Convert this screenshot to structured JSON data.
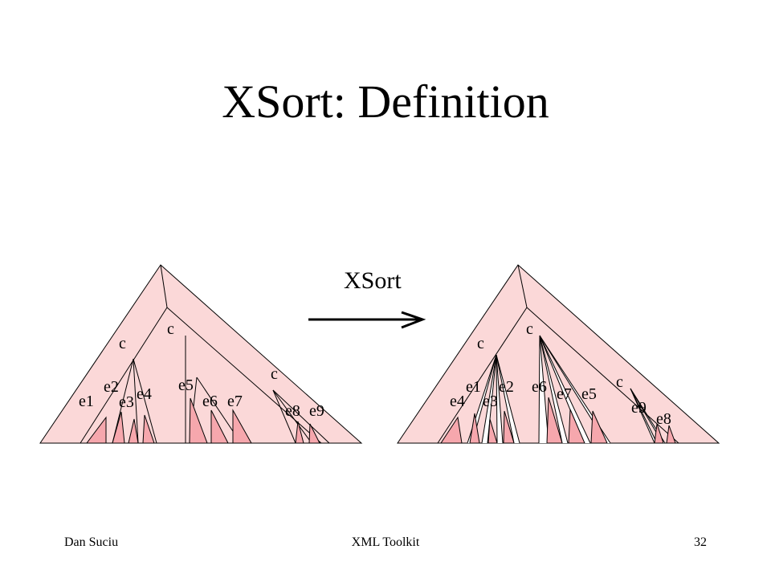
{
  "slide": {
    "title": "XSort: Definition"
  },
  "operation": {
    "label": "XSort"
  },
  "tree_before": {
    "node_labels": [
      "c",
      "c",
      "c"
    ],
    "leaf_labels": [
      "e1",
      "e2",
      "e3",
      "e4",
      "e5",
      "e6",
      "e7",
      "e8",
      "e9"
    ]
  },
  "tree_after": {
    "node_labels": [
      "c",
      "c",
      "c"
    ],
    "leaf_labels": [
      "e1",
      "e2",
      "e6",
      "e4",
      "e3",
      "e7",
      "e5",
      "e9",
      "e8"
    ]
  },
  "colors": {
    "tree_fill": "#fbd8d8",
    "subtree_fill": "#f6a7ad",
    "stroke": "#000000",
    "background": "#ffffff"
  },
  "footer": {
    "author": "Dan Suciu",
    "title": "XML Toolkit",
    "page": "32"
  }
}
